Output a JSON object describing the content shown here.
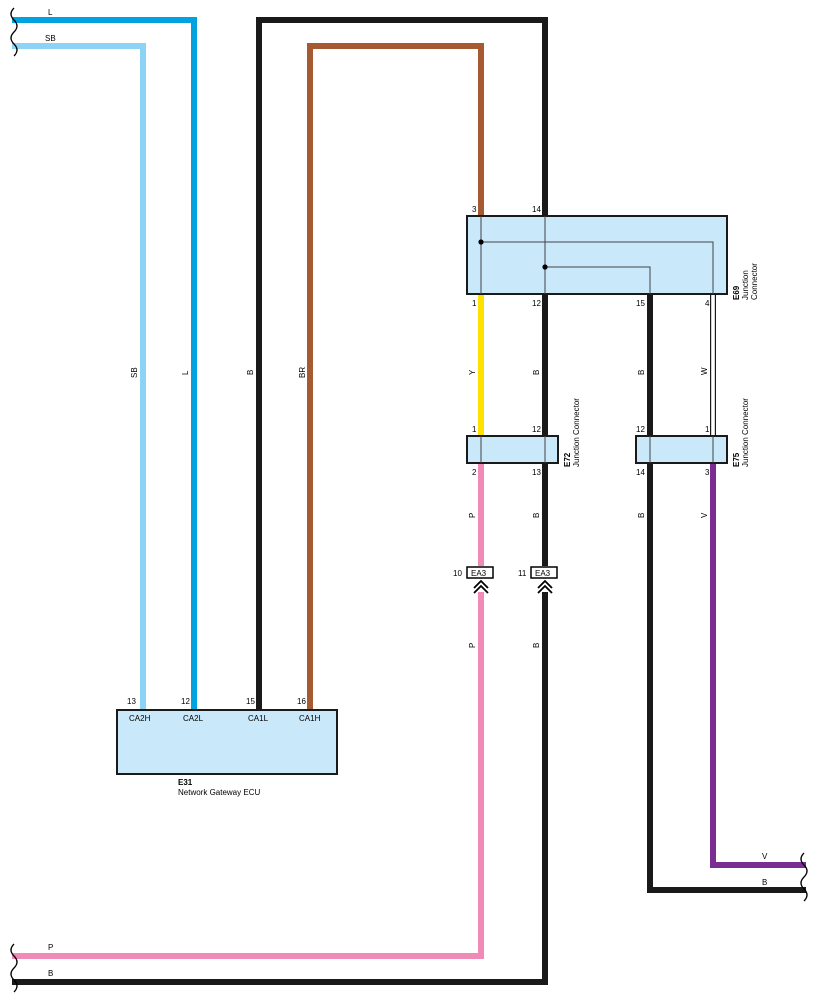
{
  "colors": {
    "L": "#00a3e0",
    "SB": "#8dd3f5",
    "B": "#1a1a1a",
    "BR": "#a65a32",
    "Y": "#ffe100",
    "P": "#f08bb8",
    "V": "#7b2d92",
    "W": "#ffffff",
    "connector_fill": "#c9e9fb"
  },
  "wire_labels": {
    "left_L": "L",
    "left_SB": "SB",
    "left_P": "P",
    "left_B": "B",
    "sb_vertical": "SB",
    "l_vertical": "L",
    "b_vertical": "B",
    "br_vertical": "BR",
    "y_vertical": "Y",
    "b_e69_e72": "B",
    "b_e69_e75": "B",
    "w_vertical": "W",
    "p_upper": "P",
    "b_upper": "B",
    "b_e75": "B",
    "v_vertical": "V",
    "p_lower": "P",
    "b_lower": "B",
    "right_V": "V",
    "right_B": "B"
  },
  "e69": {
    "code": "E69",
    "name": "Junction Connector",
    "name_line1": "Junction",
    "name_line2": "Connector",
    "pins_top": [
      "3",
      "14"
    ],
    "pins_bottom": [
      "1",
      "12",
      "15",
      "4"
    ]
  },
  "e72": {
    "code": "E72",
    "name": "Junction Connector",
    "pins_top": [
      "1",
      "12"
    ],
    "pins_bottom": [
      "2",
      "13"
    ]
  },
  "e75": {
    "code": "E75",
    "name": "Junction Connector",
    "pins_top": [
      "12",
      "1"
    ],
    "pins_bottom": [
      "14",
      "3"
    ]
  },
  "ea3": {
    "code": "EA3",
    "pin_p": "10",
    "pin_b": "11"
  },
  "e31": {
    "code": "E31",
    "name": "Network Gateway ECU",
    "pins": [
      "13",
      "12",
      "15",
      "16"
    ],
    "terminals": [
      "CA2H",
      "CA2L",
      "CA1L",
      "CA1H"
    ]
  }
}
